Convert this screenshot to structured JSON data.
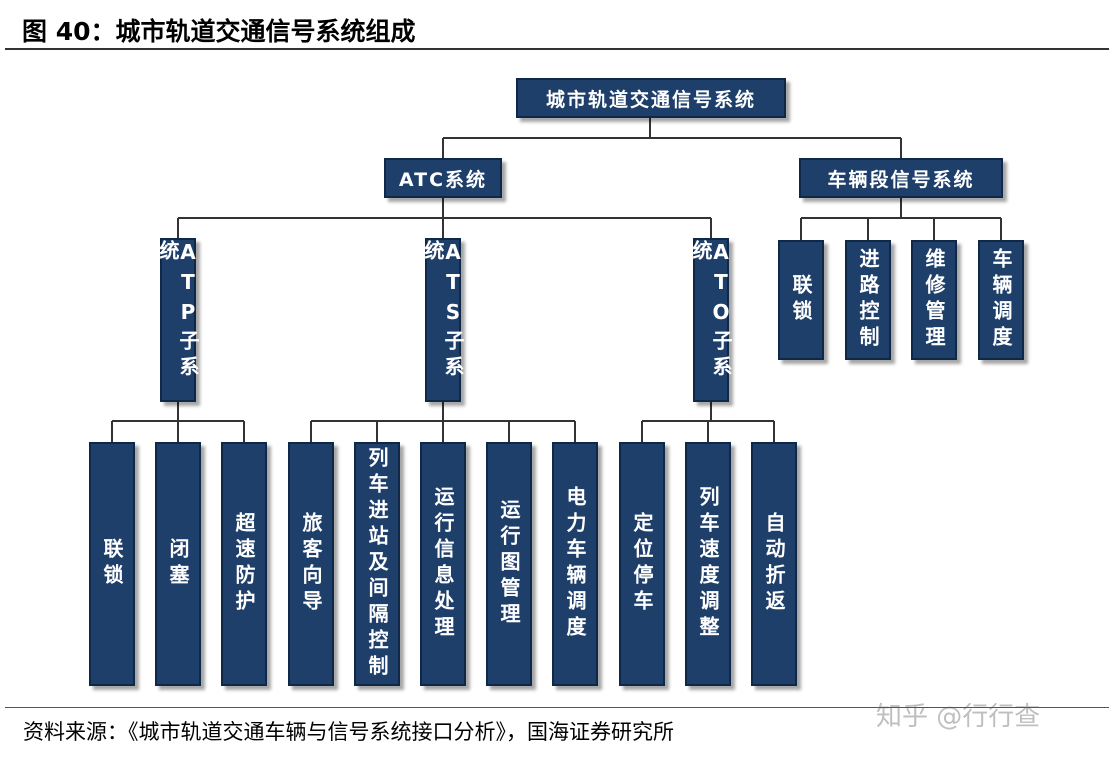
{
  "title": "图 40：城市轨道交通信号系统组成",
  "footer": "资料来源：《城市轨道交通车辆与信号系统接口分析》，国海证券研究所",
  "watermark": "知乎 @行行查",
  "colors": {
    "node_fill": "#1f3f6b",
    "node_border": "#0f2847",
    "connector": "#333333",
    "text": "#ffffff"
  },
  "diagram": {
    "root": "城市轨道交通信号系统",
    "atc": "ATC系统",
    "depot": "车辆段信号系统",
    "atp": "ATP子系统",
    "ats": "ATS子系统",
    "ato": "ATO子系统",
    "depot_children": [
      "联锁",
      "进路控制",
      "维修管理",
      "车辆调度"
    ],
    "atp_children": [
      "联锁",
      "闭塞",
      "超速防护"
    ],
    "ats_children": [
      "旅客向导",
      "列车进站及间隔控制",
      "运行信息处理",
      "运行图管理",
      "电力车辆调度"
    ],
    "ato_children": [
      "定位停车",
      "列车速度调整",
      "自动折返"
    ]
  }
}
